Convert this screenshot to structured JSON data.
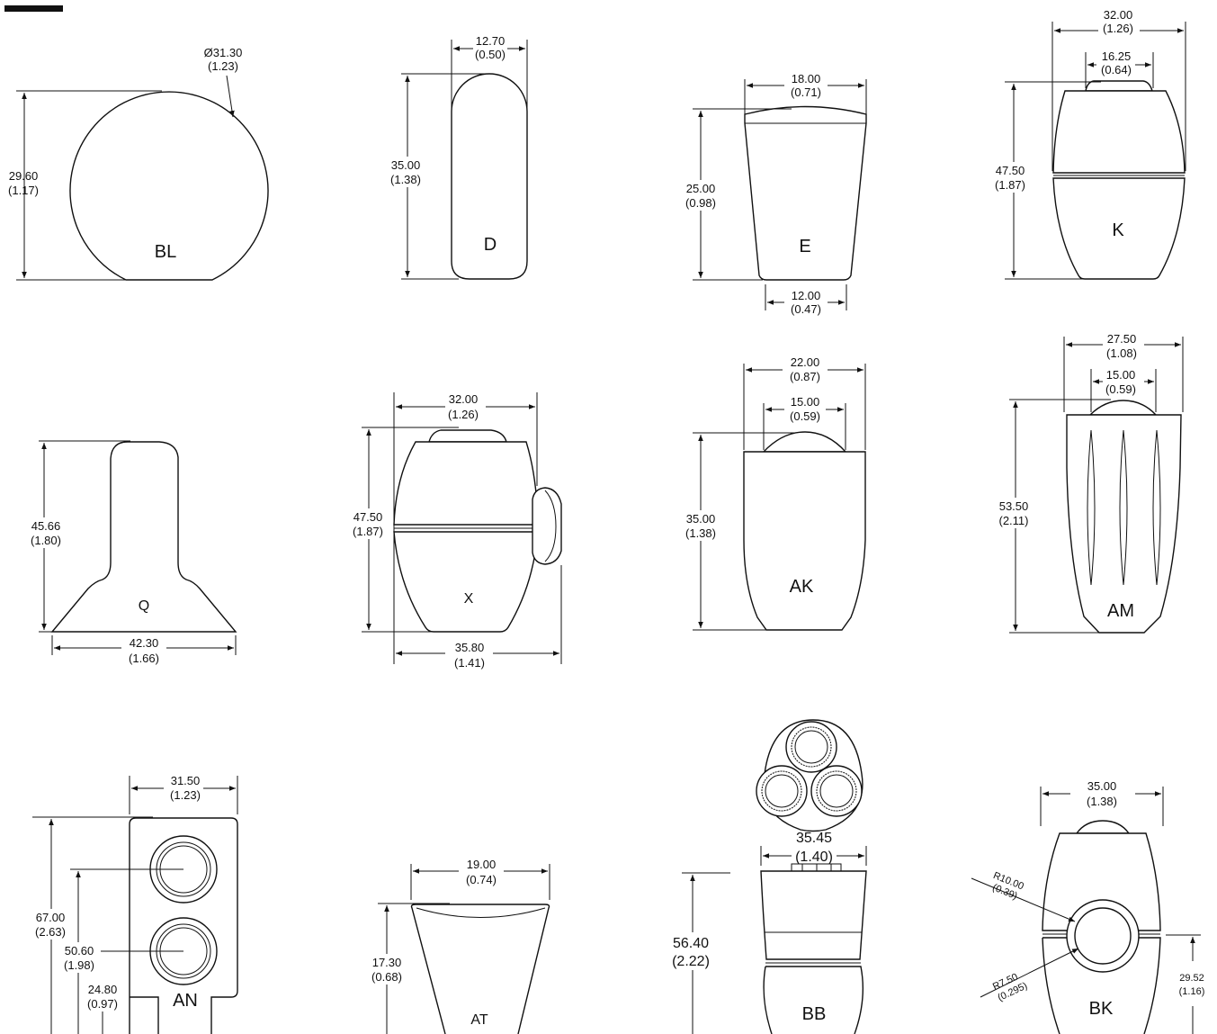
{
  "parts": {
    "bl": {
      "label": "BL",
      "dia": "Ø31.30",
      "dia_in": "(1.23)",
      "h": "29.60",
      "h_in": "(1.17)"
    },
    "d": {
      "label": "D",
      "w": "12.70",
      "w_in": "(0.50)",
      "h": "35.00",
      "h_in": "(1.38)"
    },
    "e": {
      "label": "E",
      "w": "18.00",
      "w_in": "(0.71)",
      "h": "25.00",
      "h_in": "(0.98)",
      "b": "12.00",
      "b_in": "(0.47)"
    },
    "k": {
      "label": "K",
      "w": "32.00",
      "w_in": "(1.26)",
      "t": "16.25",
      "t_in": "(0.64)",
      "h": "47.50",
      "h_in": "(1.87)"
    },
    "q": {
      "label": "Q",
      "h": "45.66",
      "h_in": "(1.80)",
      "b": "42.30",
      "b_in": "(1.66)"
    },
    "x": {
      "label": "X",
      "w": "32.00",
      "w_in": "(1.26)",
      "h": "47.50",
      "h_in": "(1.87)",
      "b": "35.80",
      "b_in": "(1.41)"
    },
    "ak": {
      "label": "AK",
      "w": "22.00",
      "w_in": "(0.87)",
      "t": "15.00",
      "t_in": "(0.59)",
      "h": "35.00",
      "h_in": "(1.38)"
    },
    "am": {
      "label": "AM",
      "w": "27.50",
      "w_in": "(1.08)",
      "t": "15.00",
      "t_in": "(0.59)",
      "h": "53.50",
      "h_in": "(2.11)"
    },
    "an": {
      "label": "AN",
      "w": "31.50",
      "w_in": "(1.23)",
      "h": "67.00",
      "h_in": "(2.63)",
      "h2": "50.60",
      "h2_in": "(1.98)",
      "h3": "24.80",
      "h3_in": "(0.97)"
    },
    "at": {
      "label": "AT",
      "w": "19.00",
      "w_in": "(0.74)",
      "h": "17.30",
      "h_in": "(0.68)"
    },
    "bb": {
      "label": "BB",
      "w": "35.45",
      "w_in": "(1.40)",
      "h": "56.40",
      "h_in": "(2.22)"
    },
    "bk": {
      "label": "BK",
      "w": "35.00",
      "w_in": "(1.38)",
      "r1": "R10.00",
      "r1_in": "(0.39)",
      "r2": "R7.50",
      "r2_in": "(0.295)",
      "h": "29.52",
      "h_in": "(1.16)"
    }
  }
}
